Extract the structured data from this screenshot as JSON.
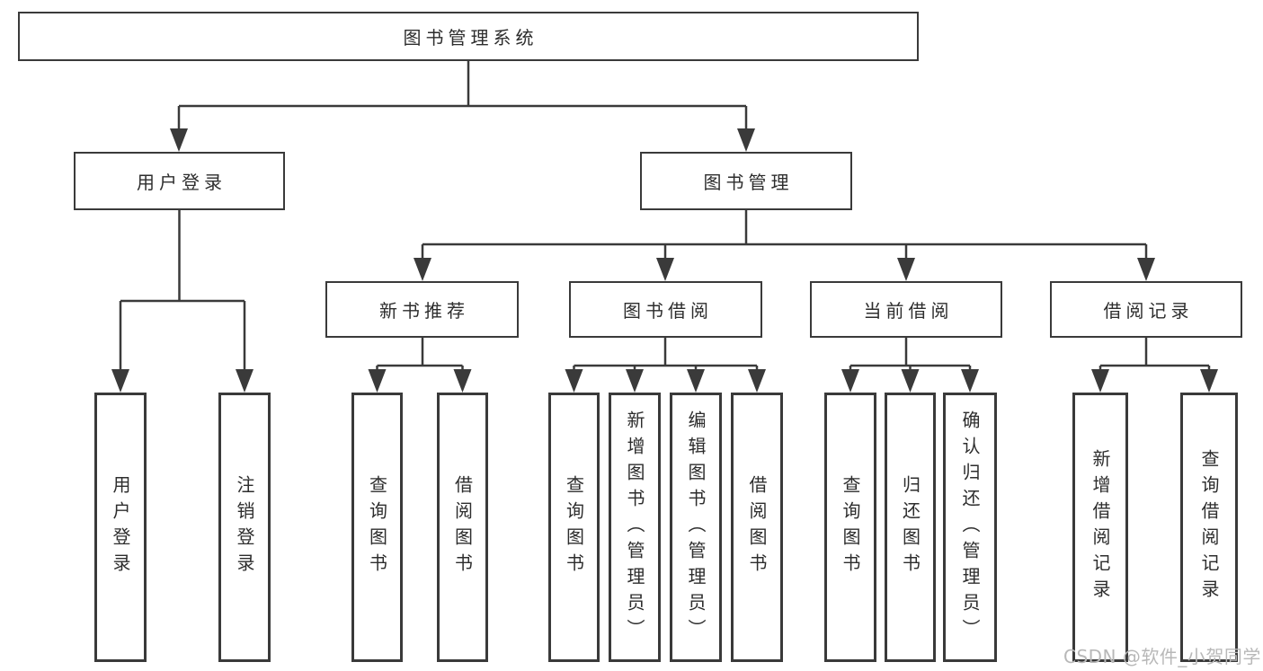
{
  "tree": {
    "label": "图书管理系统",
    "children": [
      {
        "label": "用户登录",
        "children": [
          {
            "label": "用户登录"
          },
          {
            "label": "注销登录"
          }
        ]
      },
      {
        "label": "图书管理",
        "children": [
          {
            "label": "新书推荐",
            "children": [
              {
                "label": "查询图书"
              },
              {
                "label": "借阅图书"
              }
            ]
          },
          {
            "label": "图书借阅",
            "children": [
              {
                "label": "查询图书"
              },
              {
                "label": "新增图书（管理员）"
              },
              {
                "label": "编辑图书（管理员）"
              },
              {
                "label": "借阅图书"
              }
            ]
          },
          {
            "label": "当前借阅",
            "children": [
              {
                "label": "查询图书"
              },
              {
                "label": "归还图书"
              },
              {
                "label": "确认归还（管理员）"
              }
            ]
          },
          {
            "label": "借阅记录",
            "children": [
              {
                "label": "新增借阅记录"
              },
              {
                "label": "查询借阅记录"
              }
            ]
          }
        ]
      }
    ]
  },
  "watermark": {
    "text": "CSDN @软件_小贺同学"
  },
  "colors": {
    "line": "#3a3a3a",
    "text": "#2d2d2d",
    "watermark": "#b8b8b8",
    "background": "#ffffff"
  }
}
